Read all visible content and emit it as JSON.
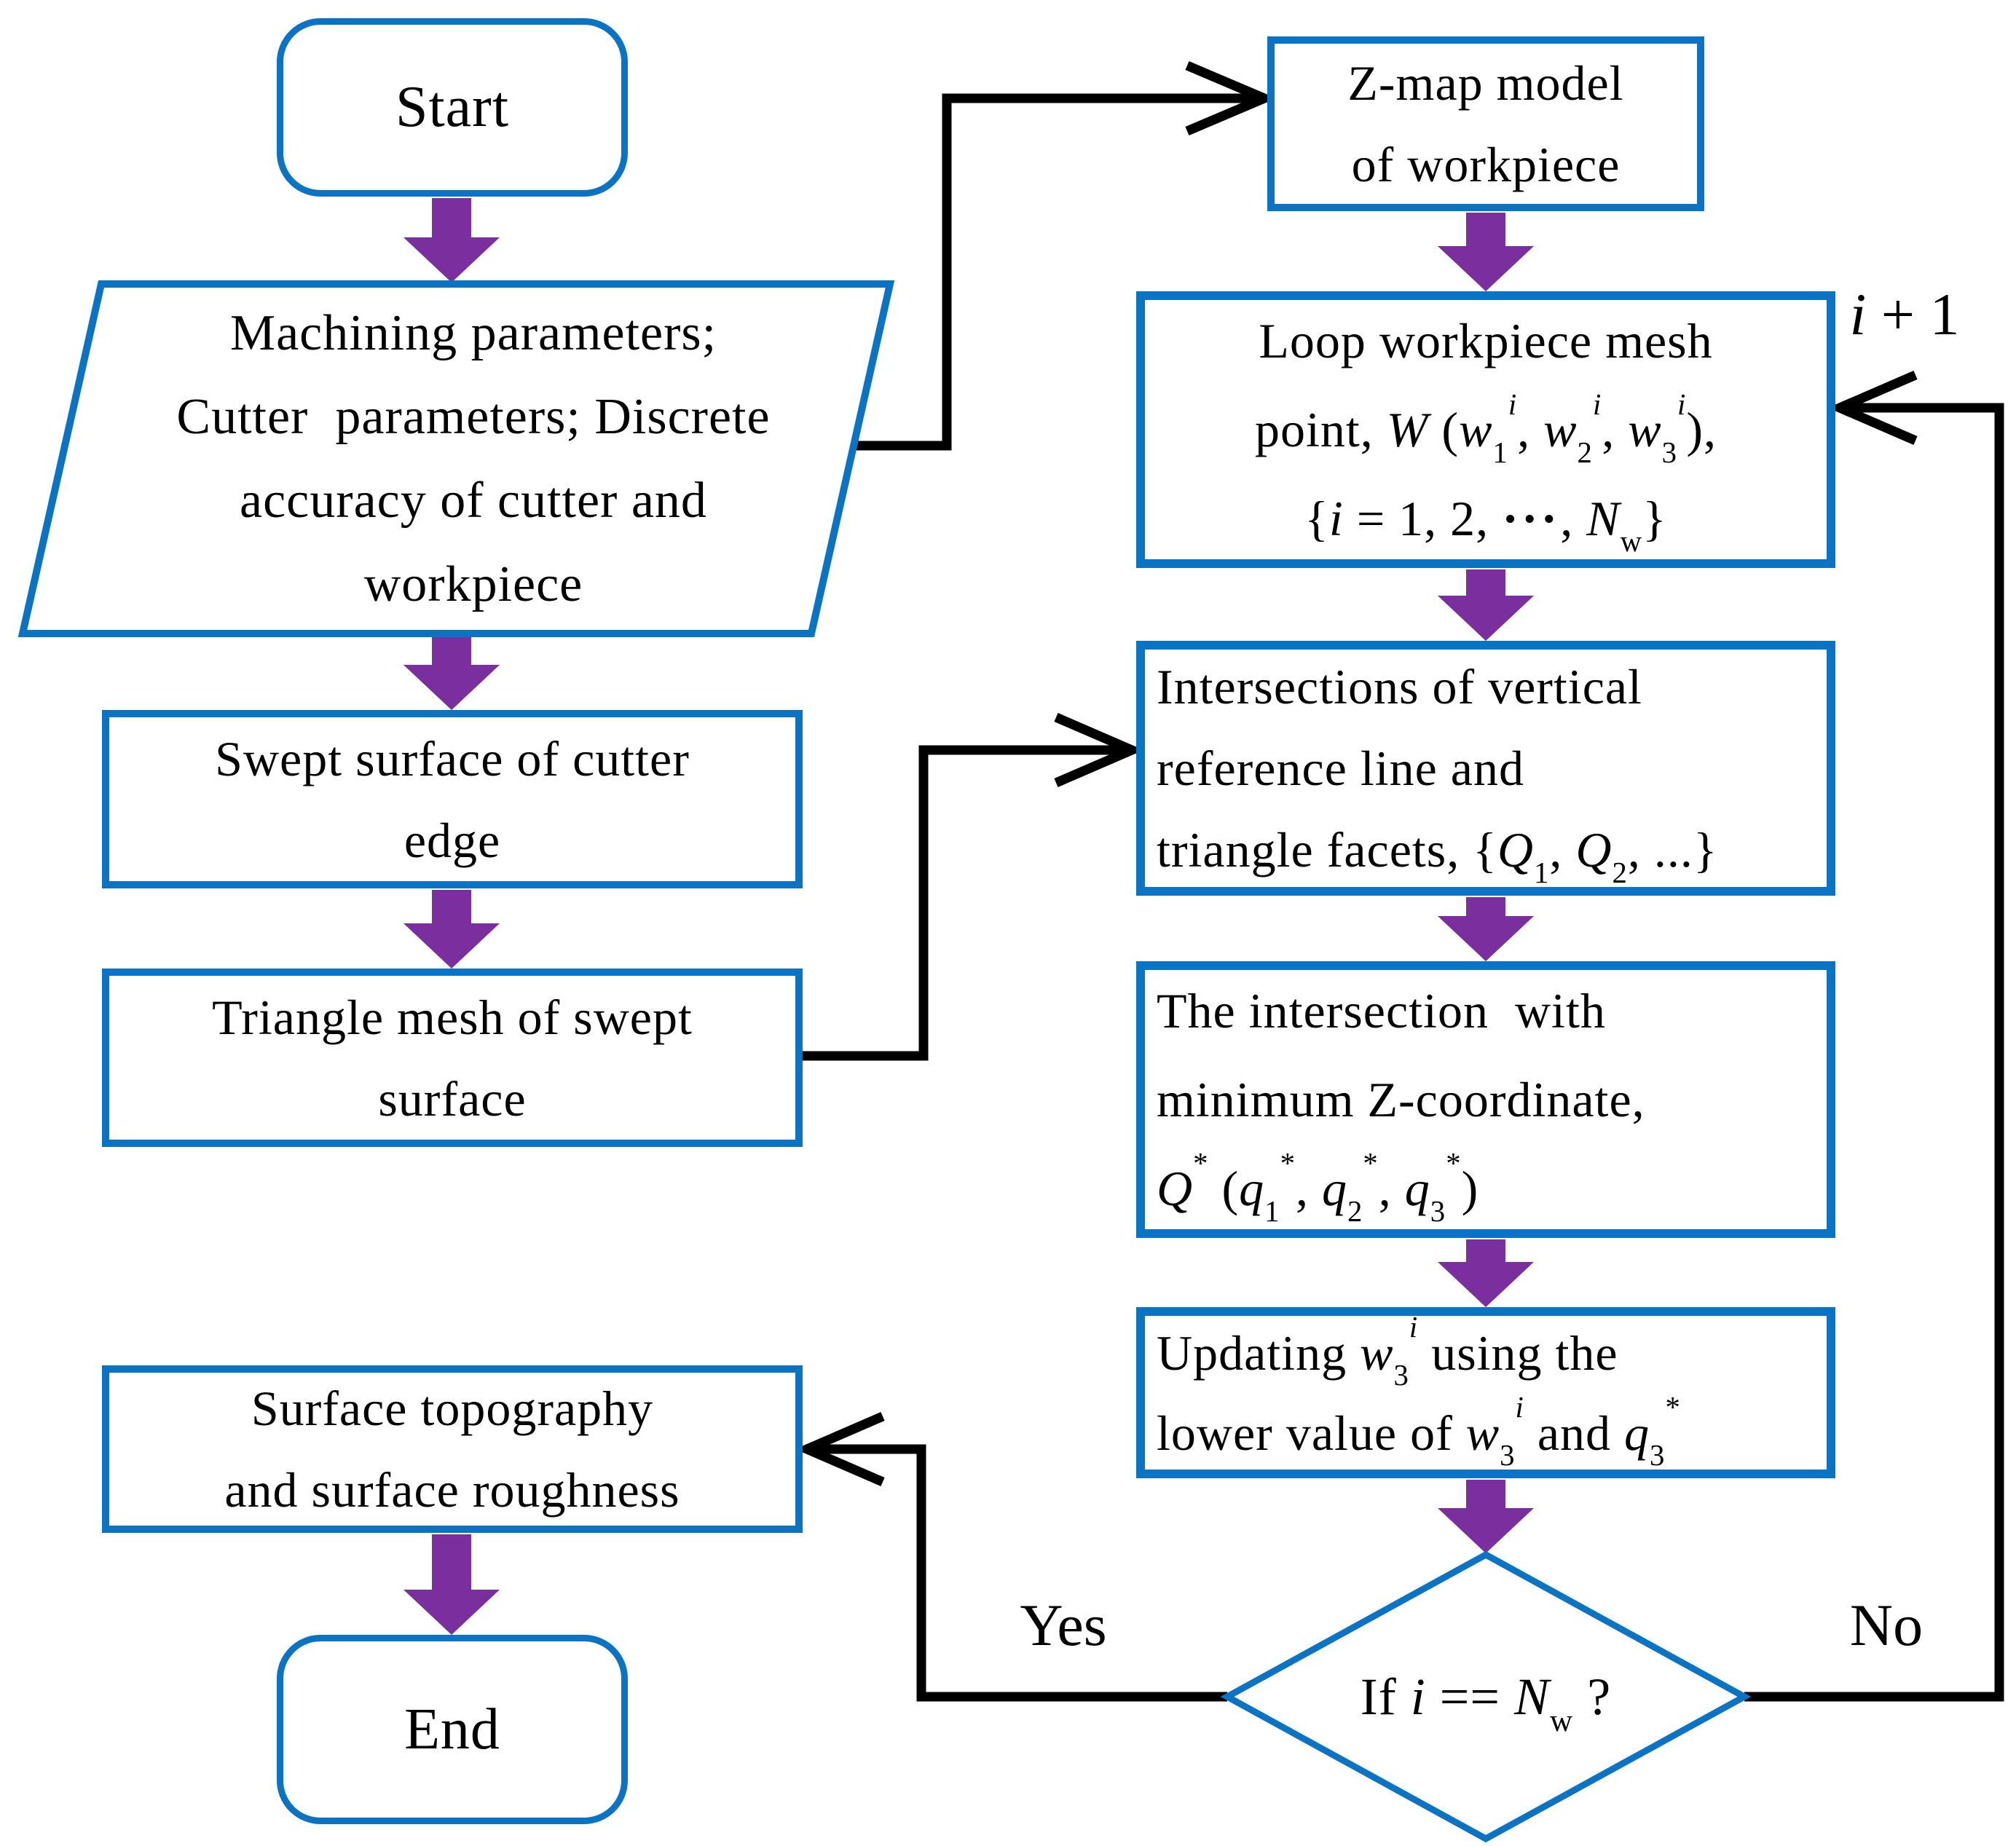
{
  "colors": {
    "blue": "#0b73c4",
    "purple": "#7b2f9e",
    "ink": "#000000"
  },
  "nodes": {
    "start": {
      "label": "Start"
    },
    "params": {
      "lines": [
        "Machining parameters;",
        "Cutter&nbsp; parameters; Discrete",
        "accuracy of cutter and",
        "workpiece"
      ]
    },
    "swept": {
      "lines": [
        "Swept surface of cutter",
        "edge"
      ]
    },
    "trimesh": {
      "lines": [
        "Triangle mesh of swept",
        "surface"
      ]
    },
    "surface": {
      "lines": [
        "Surface topography",
        "and surface roughness"
      ]
    },
    "end": {
      "label": "End"
    },
    "zmap": {
      "lines": [
        "Z-map model",
        "of workpiece"
      ]
    },
    "loop": {
      "lines": [
        "Loop workpiece mesh",
        "point, <i>W</i> (<i>w</i><sub>1</sub><sup><i>i</i></sup>, <i>w</i><sub>2</sub><sup><i>i</i></sup>, <i>w</i><sub>3</sub><sup><i>i</i></sup>),",
        "{<i>i</i> = 1, 2, <b class=\"dots\">···</b>, <i>N</i><sub>w</sub>}"
      ]
    },
    "intersections": {
      "lines": [
        "Intersections of vertical",
        "reference line and",
        "triangle facets, {<i>Q</i><sub>1</sub>, <i>Q</i><sub>2</sub>, ...}"
      ]
    },
    "minz": {
      "lines": [
        "The intersection&nbsp; with",
        "minimum Z-coordinate,",
        "<i>Q</i><sup>*</sup> (<i>q</i><sub>1</sub><sup>*</sup>, <i>q</i><sub>2</sub><sup>*</sup>, <i>q</i><sub>3</sub><sup>*</sup>)"
      ]
    },
    "updating": {
      "lines": [
        "Updating <i>w</i><sub>3</sub><sup><i>i</i></sup> using the",
        "lower value of <i>w</i><sub>3</sub><sup><i>i</i></sup> and <i>q</i><sub>3</sub><sup>*</sup>"
      ]
    },
    "decision": {
      "label": "If <i>i</i> == <i>N</i><sub>w</sub> ?"
    }
  },
  "edges": {
    "yes_label": "Yes",
    "no_label": "No",
    "increment_label": "<i>i</i> + 1"
  }
}
